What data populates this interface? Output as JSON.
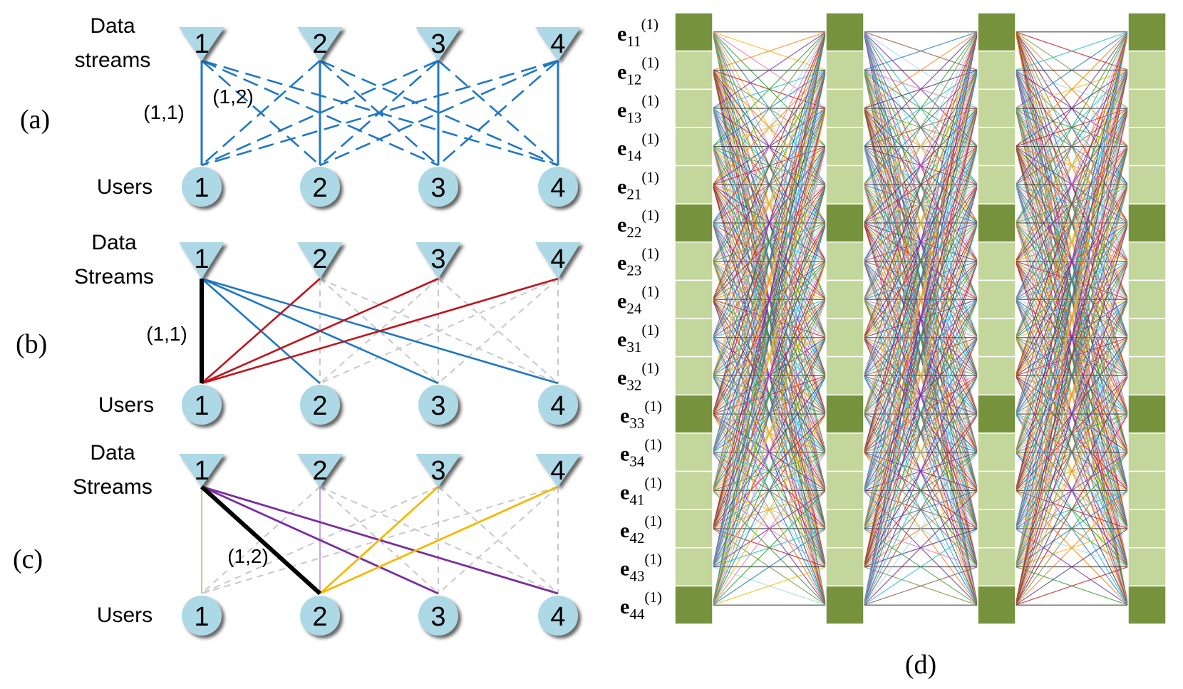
{
  "panels": {
    "a": {
      "tag": "(a)",
      "top_label_line1": "Data",
      "top_label_line2": "streams",
      "bottom_label": "Users",
      "stream_numbers": [
        "1",
        "2",
        "3",
        "4"
      ],
      "user_numbers": [
        "1",
        "2",
        "3",
        "4"
      ],
      "edge_label_1": "(1,1)",
      "edge_label_2": "(1,2)"
    },
    "b": {
      "tag": "(b)",
      "top_label_line1": "Data",
      "top_label_line2": "Streams",
      "bottom_label": "Users",
      "stream_numbers": [
        "1",
        "2",
        "3",
        "4"
      ],
      "user_numbers": [
        "1",
        "2",
        "3",
        "4"
      ],
      "edge_label": "(1,1)"
    },
    "c": {
      "tag": "(c)",
      "top_label_line1": "Data",
      "top_label_line2": "Streams",
      "bottom_label": "Users",
      "stream_numbers": [
        "1",
        "2",
        "3",
        "4"
      ],
      "user_numbers": [
        "1",
        "2",
        "3",
        "4"
      ],
      "edge_label": "(1,2)"
    },
    "d": {
      "tag": "(d)",
      "superscript": "(1)",
      "node_labels": [
        {
          "base": "e",
          "sub": "11"
        },
        {
          "base": "e",
          "sub": "12"
        },
        {
          "base": "e",
          "sub": "13"
        },
        {
          "base": "e",
          "sub": "14"
        },
        {
          "base": "e",
          "sub": "21"
        },
        {
          "base": "e",
          "sub": "22"
        },
        {
          "base": "e",
          "sub": "23"
        },
        {
          "base": "e",
          "sub": "24"
        },
        {
          "base": "e",
          "sub": "31"
        },
        {
          "base": "e",
          "sub": "32"
        },
        {
          "base": "e",
          "sub": "33"
        },
        {
          "base": "e",
          "sub": "34"
        },
        {
          "base": "e",
          "sub": "41"
        },
        {
          "base": "e",
          "sub": "42"
        },
        {
          "base": "e",
          "sub": "43"
        },
        {
          "base": "e",
          "sub": "44"
        }
      ]
    }
  },
  "colors": {
    "node_fill": "#add8e6",
    "node_shadow": "#333333",
    "edge_blue": "#1f77c4",
    "edge_red": "#c0141b",
    "edge_purple": "#7a2ca0",
    "edge_yellow": "#f5b800",
    "edge_gray": "#c8c8c8",
    "edge_black": "#000000",
    "edge_light_green": "#b6d08e",
    "edge_light_purple": "#c9a3e8",
    "layer_dark": "#76923c",
    "layer_light": "#c3d69b",
    "mesh_palette": [
      "#1f77c4",
      "#c0141b",
      "#7a2ca0",
      "#f5b800",
      "#76923c",
      "#17becf",
      "#e377c2",
      "#ff7f0e",
      "#8c564b",
      "#2ca02c",
      "#4b2a8a",
      "#9edae5"
    ]
  }
}
